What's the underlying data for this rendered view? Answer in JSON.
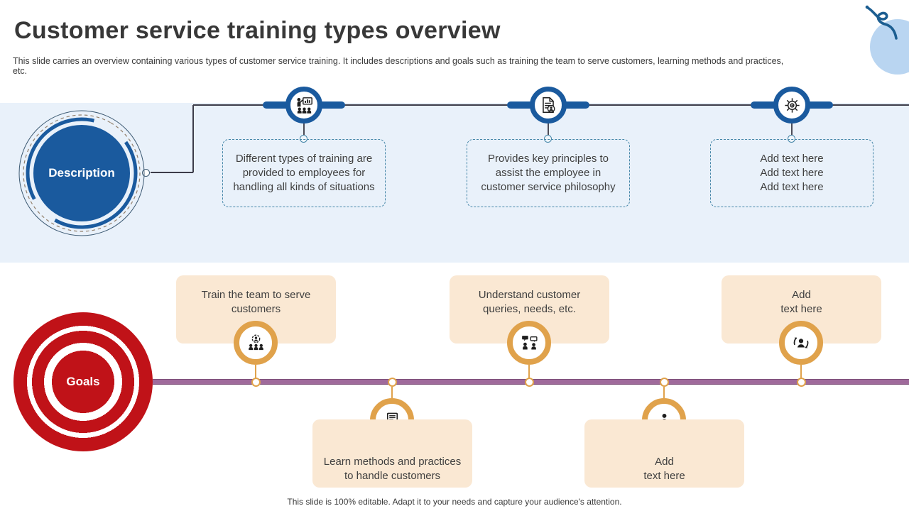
{
  "colors": {
    "blue": "#1a5a9e",
    "light-blue-band": "#e9f1fa",
    "balloon": "#b9d5f1",
    "balloon-string": "#1c5e91",
    "dashed-border": "#4586a8",
    "peach": "#fae8d3",
    "gold": "#e0a24b",
    "red": "#c01218",
    "purple": "#9f6a9b",
    "title-text": "#383838"
  },
  "slide": {
    "title": "Customer service training types overview",
    "subtitle": "This slide carries an overview containing various types of customer service training. It includes descriptions and goals such as training the team to serve customers, learning methods and practices, etc.",
    "footer": "This slide is 100% editable. Adapt it to your needs and capture your audience's attention."
  },
  "description_section": {
    "label": "Description",
    "items": [
      {
        "icon": "training-presentation-icon",
        "lines": [
          "Different types of training are",
          "provided to employees for",
          "handling all kinds of situations"
        ]
      },
      {
        "icon": "document-person-icon",
        "lines": [
          "Provides key principles to",
          "assist the employee in",
          "customer service philosophy"
        ]
      },
      {
        "icon": "ship-helm-icon",
        "lines": [
          "Add text here",
          "Add text here",
          "Add text here"
        ]
      }
    ]
  },
  "goals_section": {
    "label": "Goals",
    "top_items": [
      {
        "icon": "team-globe-icon",
        "lines": [
          "Train the team to serve",
          "customers"
        ]
      },
      {
        "icon": "customer-conversation-icon",
        "lines": [
          "Understand customer",
          "queries, needs, etc."
        ]
      },
      {
        "icon": "customer-support-icon",
        "lines": [
          "Add",
          "text here"
        ]
      }
    ],
    "bottom_items": [
      {
        "icon": "elearning-laptop-icon",
        "lines": [
          "Learn methods and practices",
          "to handle customers"
        ]
      },
      {
        "icon": "person-workstation-icon",
        "lines": [
          "Add",
          "text here"
        ]
      }
    ]
  }
}
